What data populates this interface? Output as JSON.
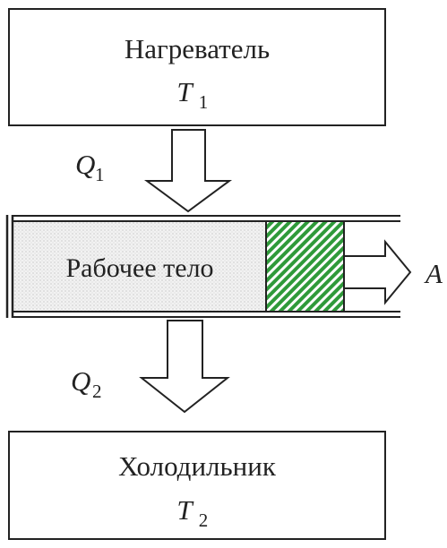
{
  "heater": {
    "label": "Нагреватель",
    "temp_symbol": "T",
    "temp_sub": "1"
  },
  "cooler": {
    "label": "Холодильник",
    "temp_symbol": "T",
    "temp_sub": "2"
  },
  "working_body": {
    "label": "Рабочее тело"
  },
  "heat_in": {
    "symbol": "Q",
    "sub": "1"
  },
  "heat_out": {
    "symbol": "Q",
    "sub": "2"
  },
  "work": {
    "symbol": "A"
  },
  "colors": {
    "piston": "#2f9a3a",
    "gas_fill": "#e8e8e8",
    "stroke": "#222222"
  }
}
